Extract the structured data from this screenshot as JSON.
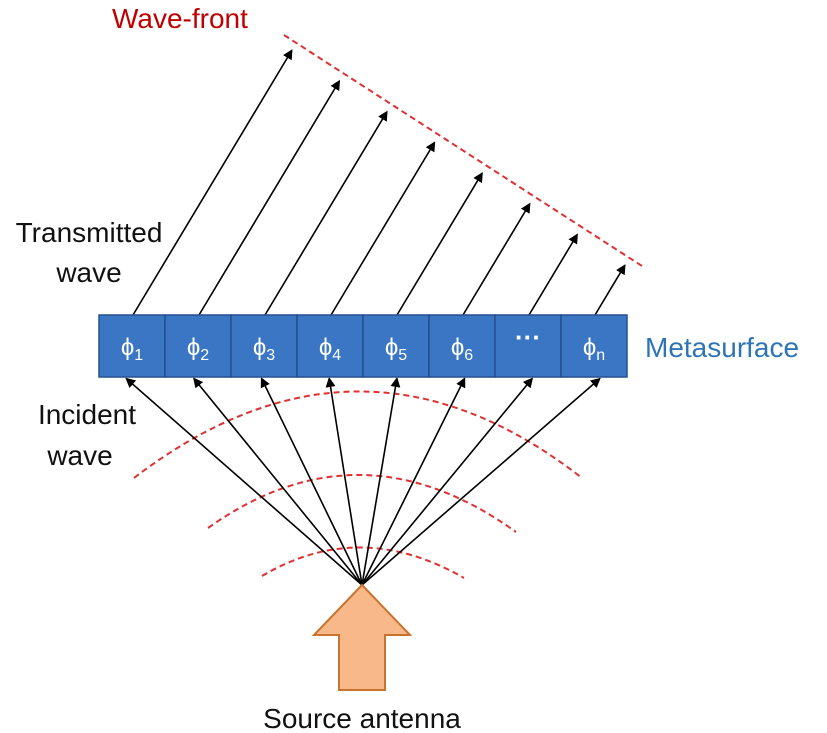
{
  "labels": {
    "wave_front": "Wave-front",
    "transmitted_line1": "Transmitted",
    "transmitted_line2": "wave",
    "incident_line1": "Incident",
    "incident_line2": "wave",
    "metasurface": "Metasurface",
    "source_antenna": "Source antenna"
  },
  "cells": [
    {
      "base": "ϕ",
      "sub": "1"
    },
    {
      "base": "ϕ",
      "sub": "2"
    },
    {
      "base": "ϕ",
      "sub": "3"
    },
    {
      "base": "ϕ",
      "sub": "4"
    },
    {
      "base": "ϕ",
      "sub": "5"
    },
    {
      "base": "ϕ",
      "sub": "6"
    },
    {
      "base": "···",
      "sub": ""
    },
    {
      "base": "ϕ",
      "sub": "n"
    }
  ],
  "colors": {
    "wave_front_text": "#c00000",
    "dashed_red": "#e03030",
    "cell_fill": "#3a76c4",
    "cell_border": "#24508e",
    "cell_text": "#ffffff",
    "metasurface_text": "#2e75b6",
    "label_text": "#111111",
    "arrow": "#000000",
    "source_arrow_fill": "#f8b889",
    "source_arrow_stroke": "#c8742e"
  }
}
